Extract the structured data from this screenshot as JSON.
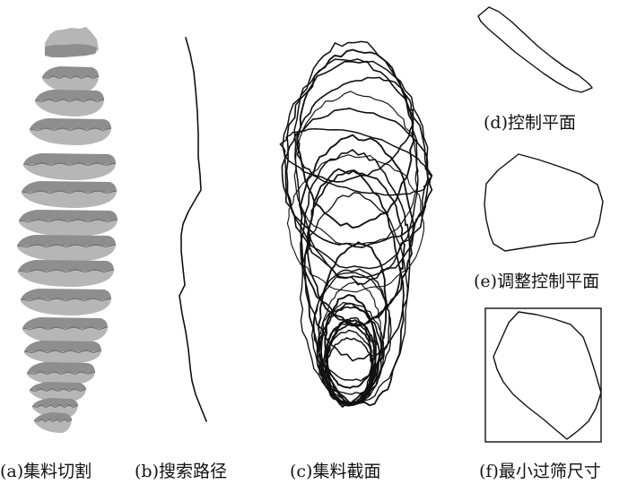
{
  "panels": [
    {
      "id": "a",
      "caption": "(a)集料切割"
    },
    {
      "id": "b",
      "caption": "(b)搜索路径"
    },
    {
      "id": "c",
      "caption": "(c)集料截面"
    },
    {
      "id": "d",
      "caption": "(d)控制平面"
    },
    {
      "id": "e",
      "caption": "(e)调整控制平面"
    },
    {
      "id": "f",
      "caption": "(f)最小过筛尺寸"
    }
  ]
}
